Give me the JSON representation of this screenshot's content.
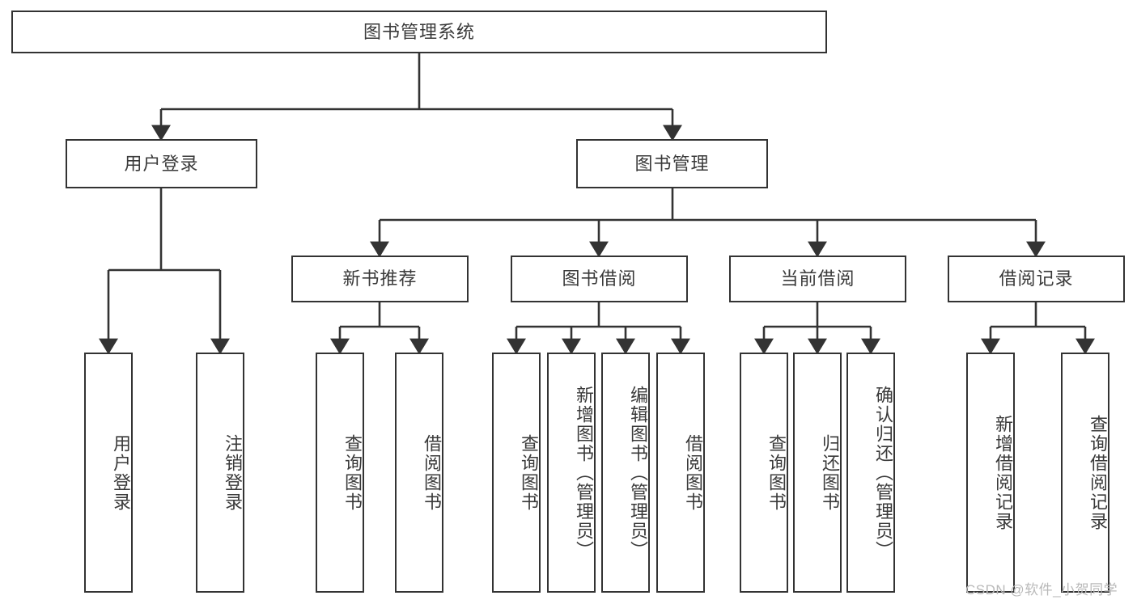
{
  "diagram": {
    "type": "tree-hierarchy",
    "title_node": {
      "label": "图书管理系统"
    },
    "level2": [
      {
        "id": "user-login",
        "label": "用户登录"
      },
      {
        "id": "book-management",
        "label": "图书管理"
      }
    ],
    "level3": [
      {
        "id": "new-book-recommend",
        "label": "新书推荐",
        "parent": "book-management"
      },
      {
        "id": "book-borrow",
        "label": "图书借阅",
        "parent": "book-management"
      },
      {
        "id": "current-borrow",
        "label": "当前借阅",
        "parent": "book-management"
      },
      {
        "id": "borrow-record",
        "label": "借阅记录",
        "parent": "book-management"
      }
    ],
    "leaves": {
      "user_login": [
        {
          "id": "leaf-user-login",
          "label": "用户登录"
        },
        {
          "id": "leaf-logout-login",
          "label": "注销登录"
        }
      ],
      "new_book_recommend": [
        {
          "id": "leaf-query-book-1",
          "label": "查询图书"
        },
        {
          "id": "leaf-borrow-book-1",
          "label": "借阅图书"
        }
      ],
      "book_borrow": [
        {
          "id": "leaf-query-book-2",
          "label": "查询图书"
        },
        {
          "id": "leaf-add-book",
          "label": "新增图书（管理员）"
        },
        {
          "id": "leaf-edit-book",
          "label": "编辑图书（管理员）"
        },
        {
          "id": "leaf-borrow-book-2",
          "label": "借阅图书"
        }
      ],
      "current_borrow": [
        {
          "id": "leaf-query-book-3",
          "label": "查询图书"
        },
        {
          "id": "leaf-return-book",
          "label": "归还图书"
        },
        {
          "id": "leaf-confirm-return",
          "label": "确认归还（管理员）"
        }
      ],
      "borrow_record": [
        {
          "id": "leaf-add-record",
          "label": "新增借阅记录"
        },
        {
          "id": "leaf-query-record",
          "label": "查询借阅记录"
        }
      ]
    }
  },
  "watermark": {
    "text": "CSDN @软件_小贺同学"
  },
  "colors": {
    "stroke": "#333333",
    "text": "#3a3a3a",
    "background": "#ffffff",
    "watermark": "#b9b9b9"
  }
}
